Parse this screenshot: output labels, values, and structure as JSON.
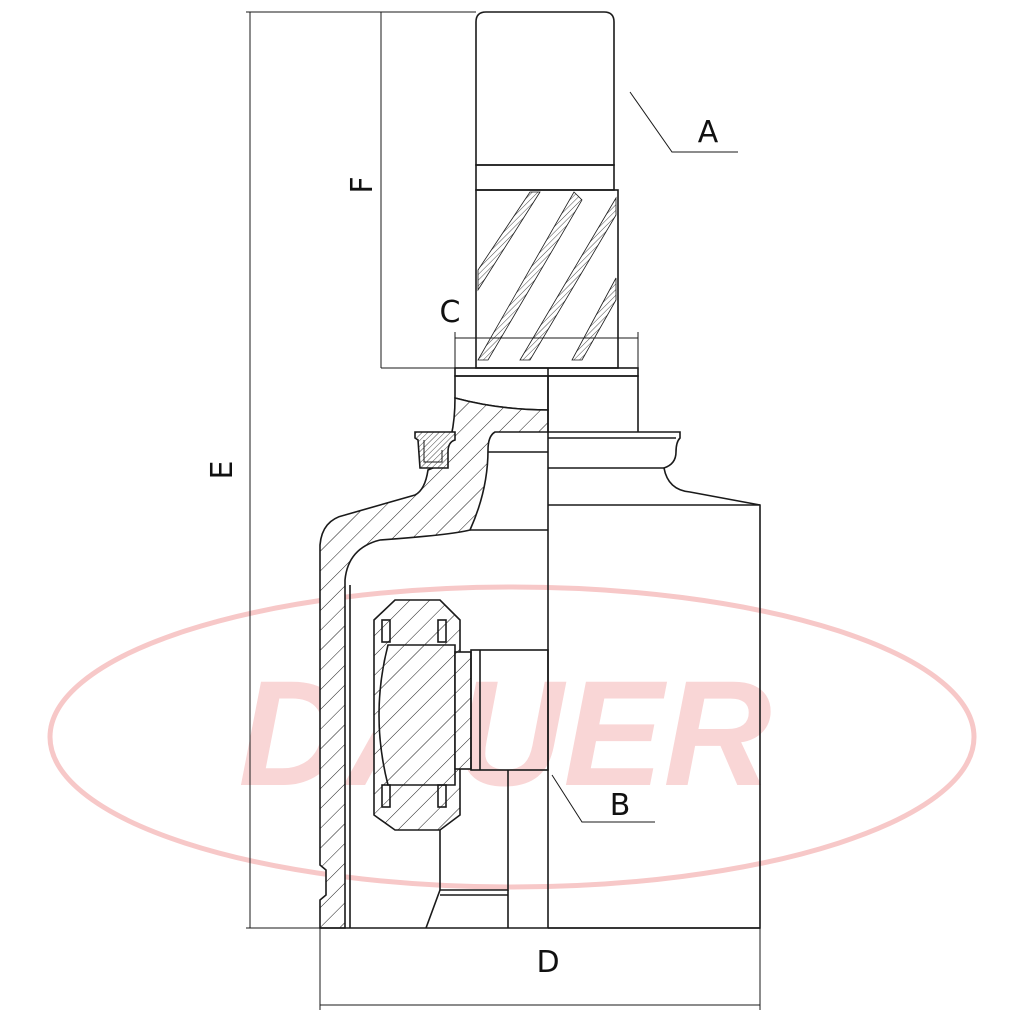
{
  "watermark": {
    "text": "DAUER",
    "color": "#f4b6b6"
  },
  "labels": {
    "A": "A",
    "B": "B",
    "C": "C",
    "D": "D",
    "E": "E",
    "F": "F"
  },
  "line_color": "#1a1a1a"
}
